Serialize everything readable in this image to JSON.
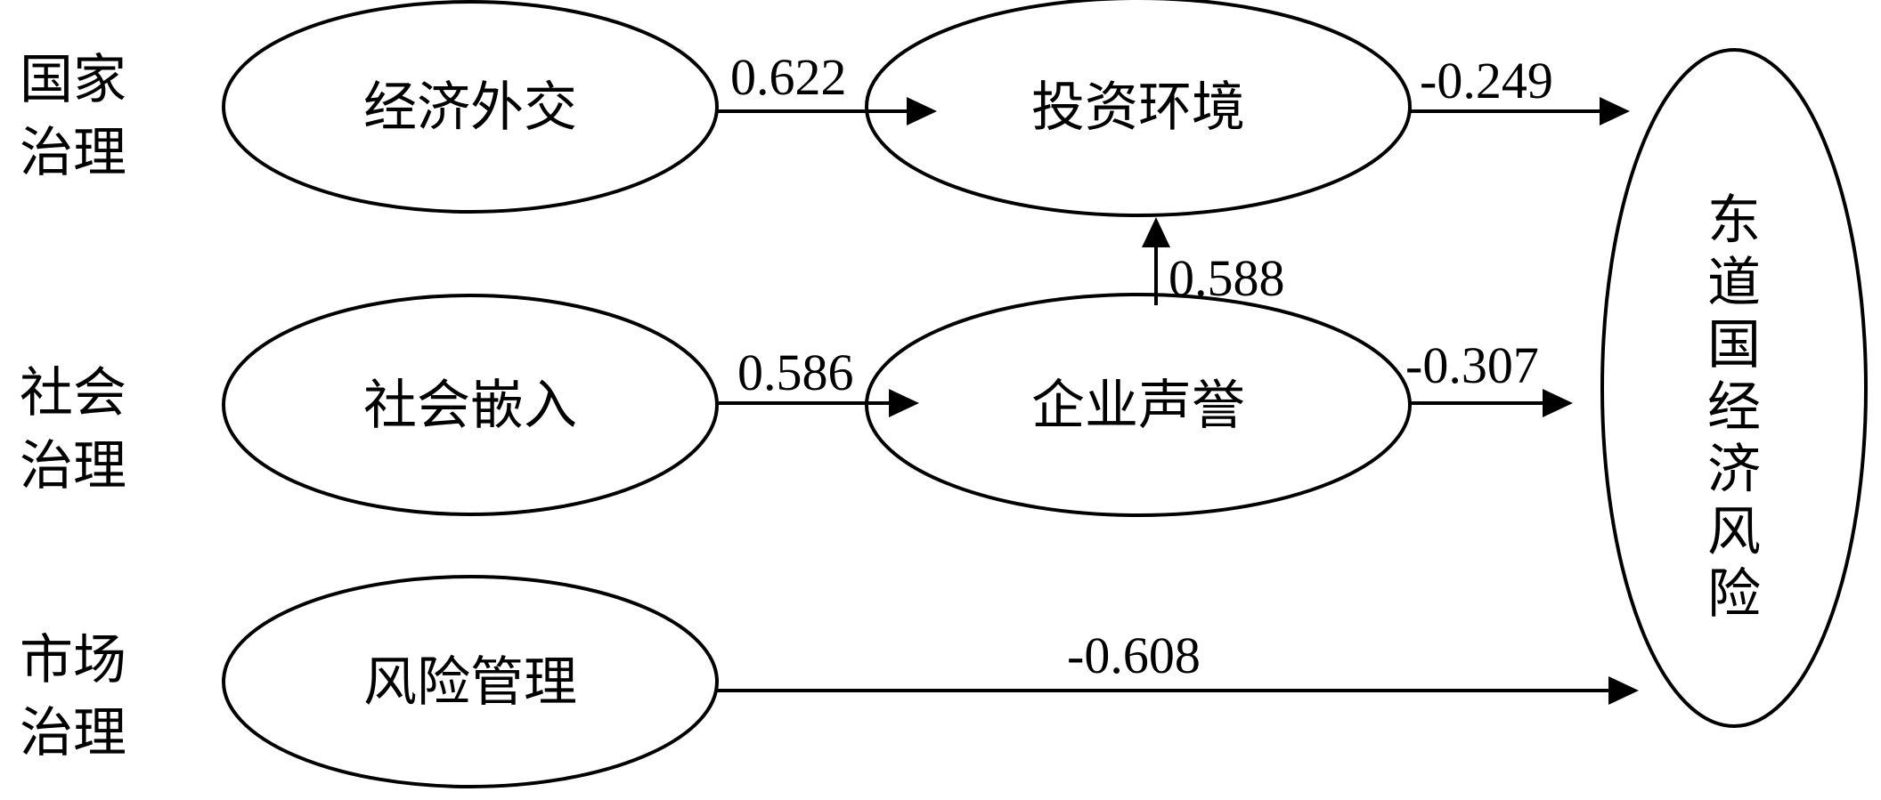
{
  "groups": [
    {
      "id": "national",
      "lines": [
        "国家",
        "治理"
      ]
    },
    {
      "id": "social",
      "lines": [
        "社会",
        "治理"
      ]
    },
    {
      "id": "market",
      "lines": [
        "市场",
        "治理"
      ]
    }
  ],
  "nodes": {
    "economic_diplomacy": "经济外交",
    "investment_environment": "投资环境",
    "social_embedding": "社会嵌入",
    "corporate_reputation": "企业声誉",
    "risk_management": "风险管理",
    "host_economic_risk": [
      "东",
      "道",
      "国",
      "经",
      "济",
      "风",
      "险"
    ]
  },
  "paths": {
    "diplomacy_to_environment": "0.622",
    "environment_to_risk": "-0.249",
    "reputation_to_environment": "0.588",
    "embedding_to_reputation": "0.586",
    "reputation_to_risk": "-0.307",
    "management_to_risk": "-0.608"
  }
}
